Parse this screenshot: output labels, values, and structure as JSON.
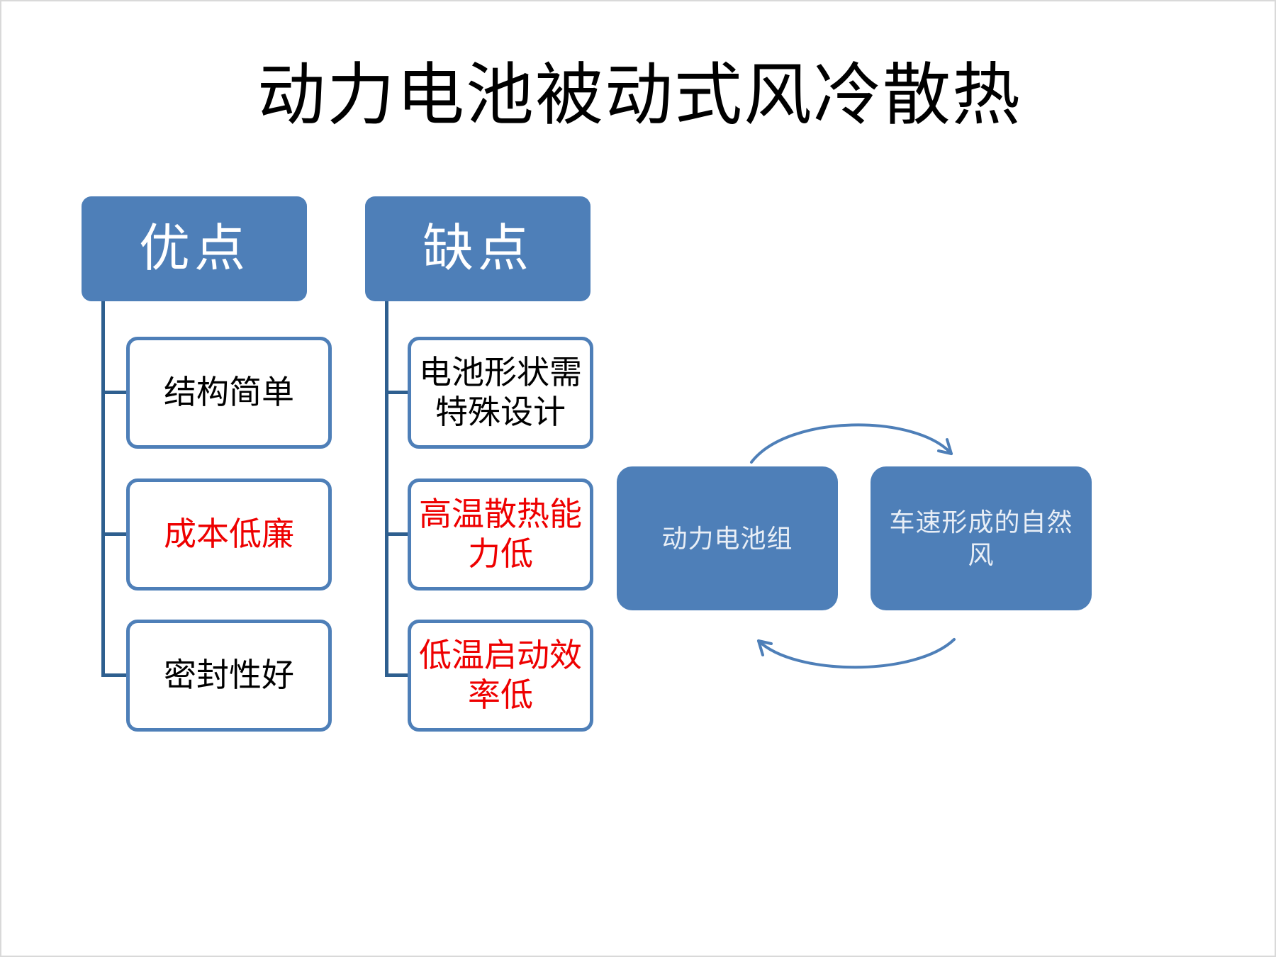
{
  "slide": {
    "title": "动力电池被动式风冷散热",
    "background_color": "#ffffff",
    "accent_color": "#4e7fb8",
    "line_color": "#2e5f8f",
    "highlight_color": "#ee0000"
  },
  "hierarchy": {
    "columns": [
      {
        "id": "advantages",
        "header": "优点",
        "items": [
          {
            "label": "结构简单",
            "color": "black"
          },
          {
            "label": "成本低廉",
            "color": "red"
          },
          {
            "label": "密封性好",
            "color": "black"
          }
        ]
      },
      {
        "id": "disadvantages",
        "header": "缺点",
        "items": [
          {
            "label": "电池形状需特殊设计",
            "color": "black"
          },
          {
            "label": "高温散热能力低",
            "color": "red"
          },
          {
            "label": "低温启动效率低",
            "color": "red"
          }
        ]
      }
    ]
  },
  "cycle": {
    "nodes": [
      {
        "id": "battery-pack",
        "label": "动力电池组"
      },
      {
        "id": "natural-wind",
        "label": "车速形成的自然风"
      }
    ],
    "arrows": [
      {
        "id": "top-arrow",
        "direction": "left-to-right"
      },
      {
        "id": "bottom-arrow",
        "direction": "right-to-left"
      }
    ]
  }
}
